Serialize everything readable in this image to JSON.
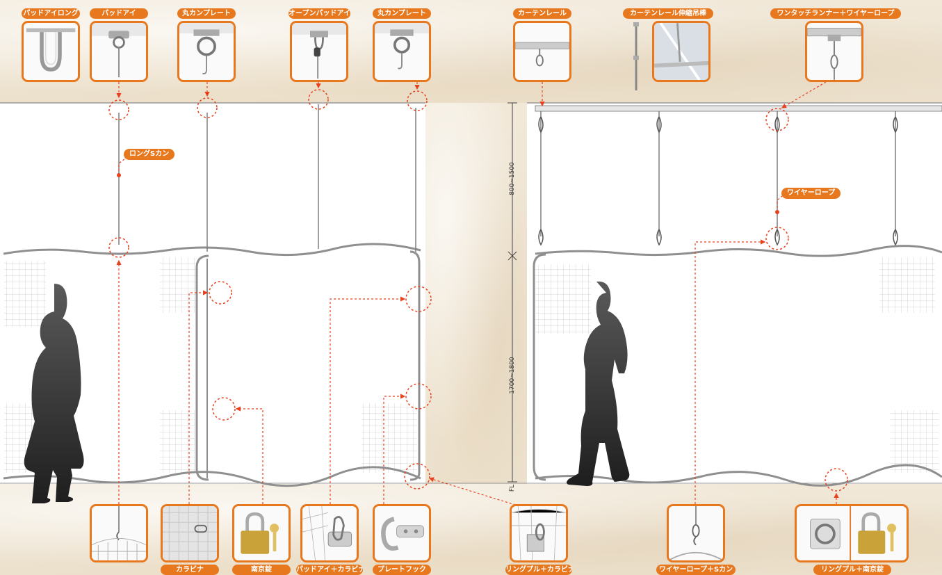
{
  "colors": {
    "accent": "#e7781e",
    "leader": "#e8411e",
    "frame": "#b8b8b8",
    "rope": "#7d7d7d",
    "silhouette": "#3a3a3a"
  },
  "top_items": [
    {
      "label": "パッドアイロング",
      "icon": "u-bolt-icon"
    },
    {
      "label": "パッドアイ",
      "icon": "pad-eye-icon"
    },
    {
      "label": "丸カンプレート",
      "icon": "ring-plate-icon"
    },
    {
      "label": "オープンパッドアイ",
      "icon": "open-pad-eye-icon"
    },
    {
      "label": "丸カンプレート",
      "icon": "ring-plate-icon"
    },
    {
      "label": "カーテンレール",
      "icon": "curtain-rail-icon"
    },
    {
      "label": "カーテンレール伸縮吊棒",
      "icon": "telescopic-rod-icon"
    },
    {
      "label": "ワンタッチランナー＋ワイヤーロープ",
      "icon": "runner-wire-icon"
    }
  ],
  "bottom_items": [
    {
      "label": "",
      "icon": "s-hook-net-icon"
    },
    {
      "label": "カラビナ",
      "icon": "carabiner-icon"
    },
    {
      "label": "南京錠",
      "icon": "padlock-icon"
    },
    {
      "label": "パッドアイ＋カラビナ",
      "icon": "pad-eye-carabiner-icon"
    },
    {
      "label": "プレートフック",
      "icon": "plate-hook-icon"
    },
    {
      "label": "リングプル＋カラビナ",
      "icon": "ring-pull-carabiner-icon"
    },
    {
      "label": "ワイヤーロープ＋Sカン",
      "icon": "wire-s-hook-icon"
    },
    {
      "label": "リングプル＋南京錠",
      "icon": "ring-pull-padlock-icon"
    }
  ],
  "callouts": {
    "long_s_hook": "ロングSカン",
    "wire_rope": "ワイヤーロープ"
  },
  "dimensions": {
    "upper": "800~1500",
    "lower": "1700~1800",
    "floor": "FL"
  }
}
